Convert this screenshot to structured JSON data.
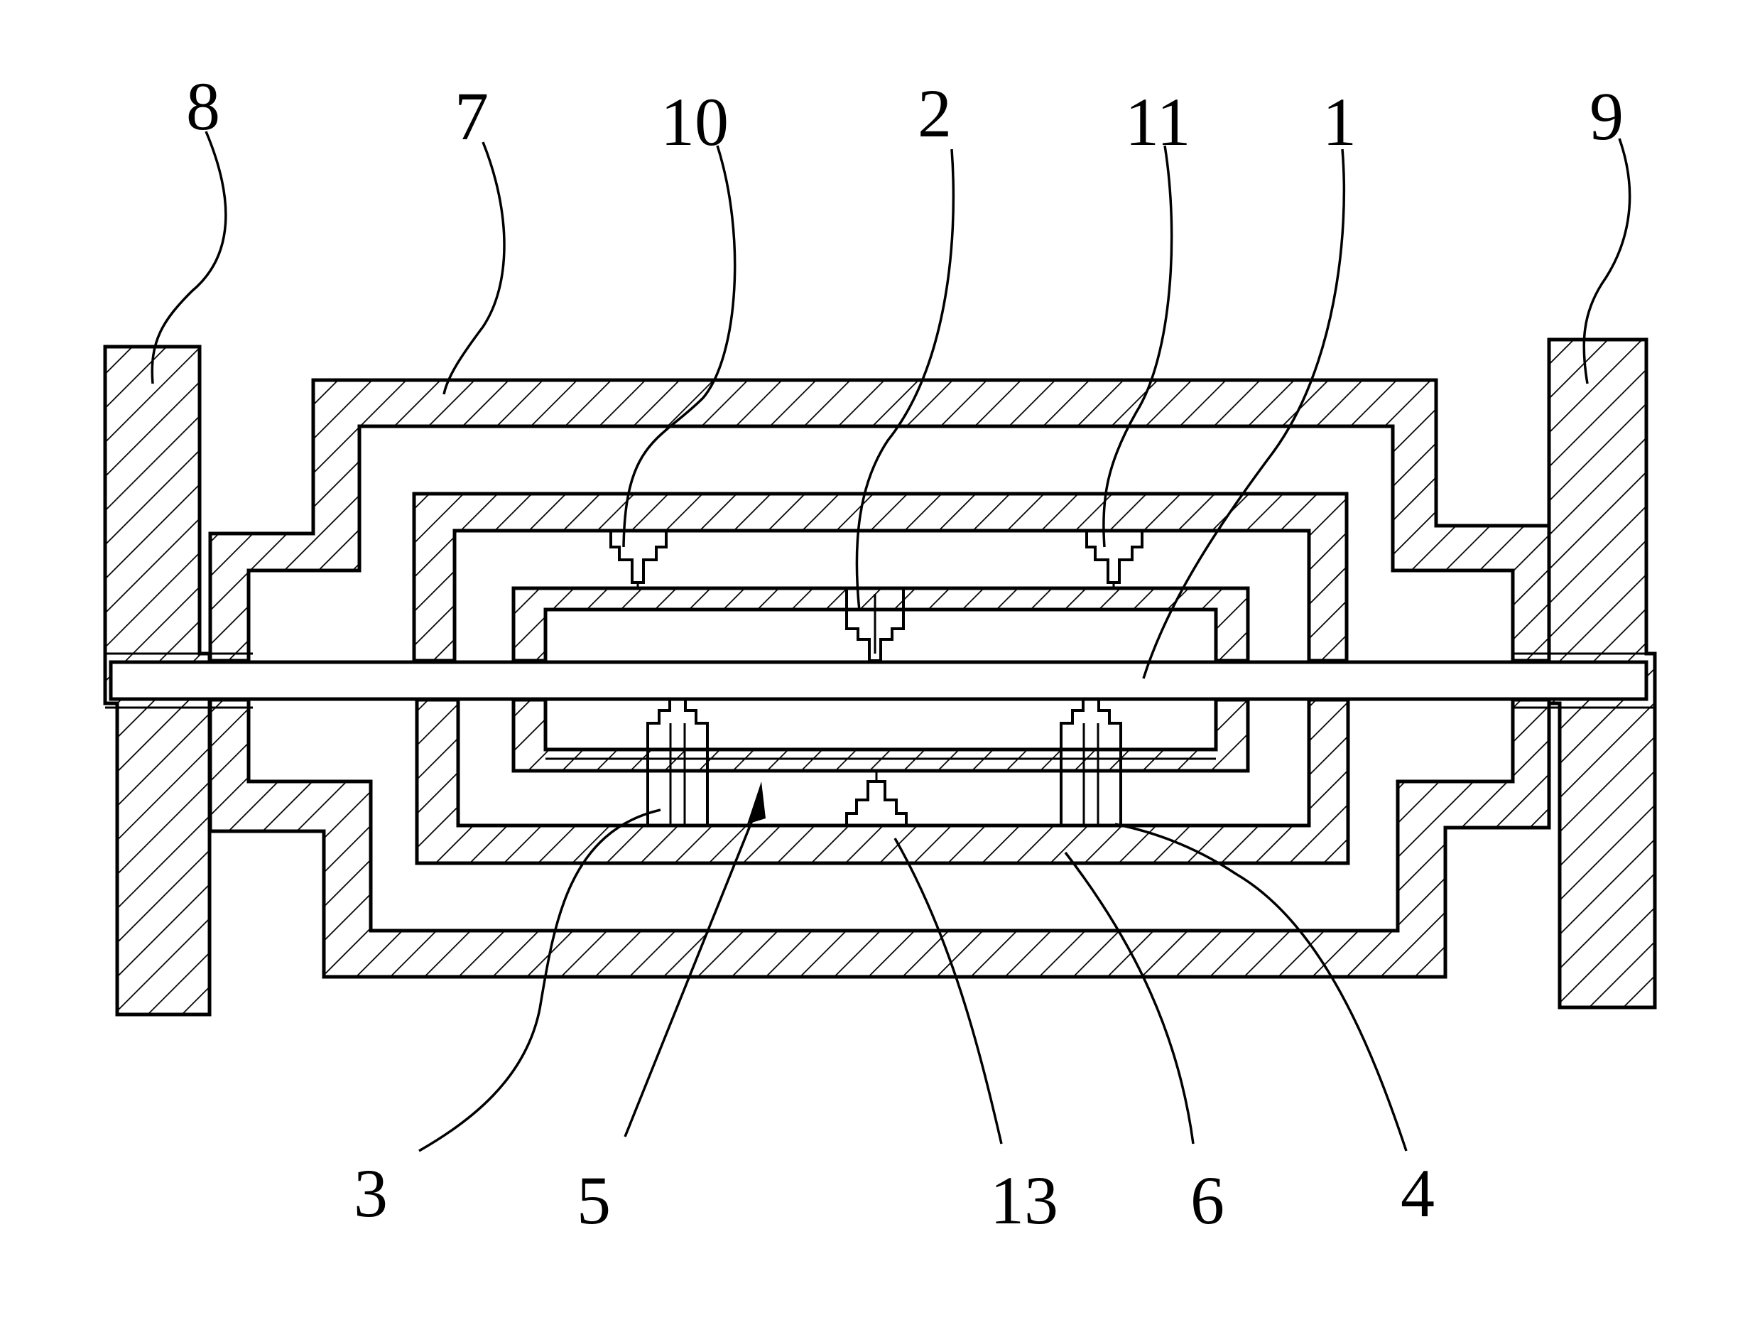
{
  "figure": {
    "reference_numerals": {
      "n1": "1",
      "n2": "2",
      "n3": "3",
      "n4": "4",
      "n5": "5",
      "n6": "6",
      "n7": "7",
      "n8": "8",
      "n9": "9",
      "n10": "10",
      "n11": "11",
      "n13": "13"
    }
  }
}
